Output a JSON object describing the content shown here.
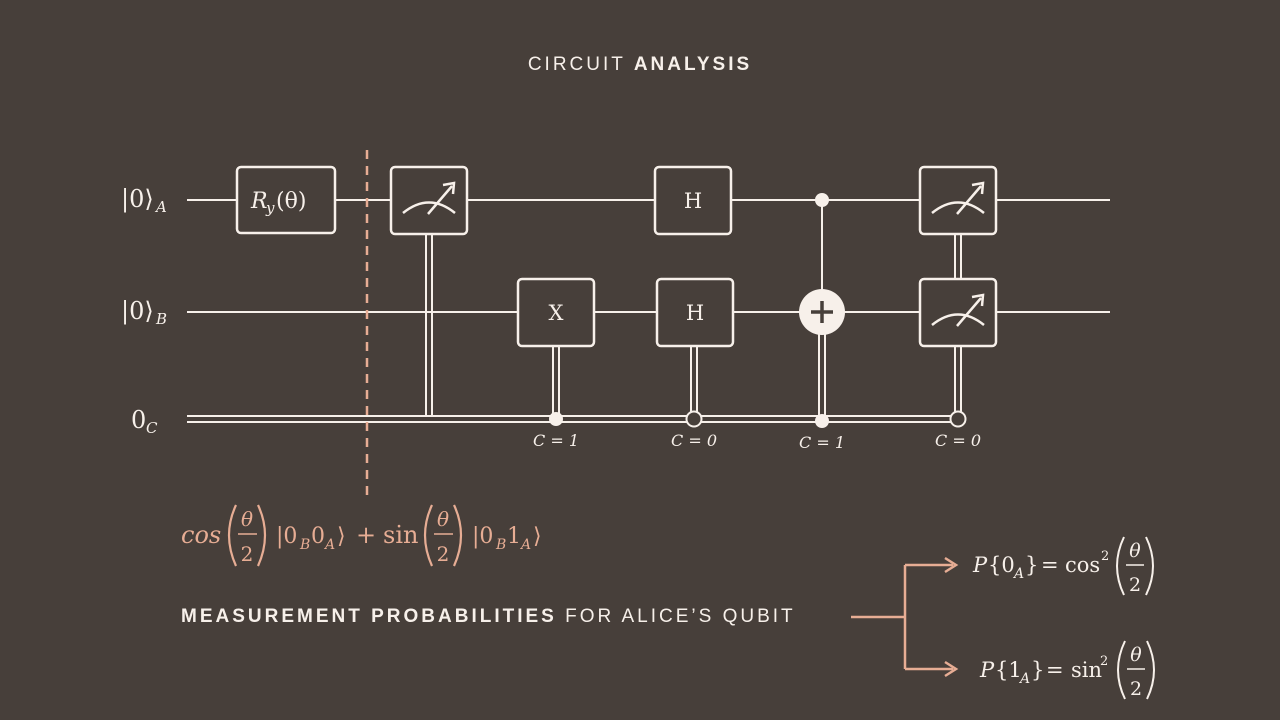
{
  "title": {
    "plain": "CIRCUIT",
    "bold": "ANALYSIS"
  },
  "qubits": [
    {
      "ket": "|0⟩",
      "sub": "A"
    },
    {
      "ket": "|0⟩",
      "sub": "B"
    },
    {
      "ket": "0",
      "sub": "C"
    }
  ],
  "gates": {
    "ry": {
      "R": "R",
      "y": "y",
      "arg": "(θ)"
    },
    "x": "X",
    "h_top": "H",
    "h_bottom": "H"
  },
  "classical_conditions": [
    "C = 1",
    "C = 0",
    "C = 1",
    "C = 0"
  ],
  "state_expression": {
    "cos": "cos",
    "sin": "sin",
    "theta": "θ",
    "two": "2",
    "term1": "|0",
    "term1_sub1": "B",
    "term1_mid": "0",
    "term1_sub2": "A",
    "term1_close": "⟩",
    "plus": "+",
    "term2": "|0",
    "term2_sub1": "B",
    "term2_mid": "1",
    "term2_sub2": "A",
    "term2_close": "⟩"
  },
  "measurement": {
    "bold": "MEASUREMENT PROBABILITIES",
    "plain": "FOR ALICE’S QUBIT"
  },
  "probabilities": [
    {
      "P": "P",
      "open": "{0",
      "sub": "A",
      "close": "}",
      "eq": "=",
      "fn": "cos",
      "exp": "2",
      "theta": "θ",
      "two": "2"
    },
    {
      "P": "P",
      "open": "{1",
      "sub": "A",
      "close": "}",
      "eq": "=",
      "fn": "sin",
      "exp": "2",
      "theta": "θ",
      "two": "2"
    }
  ],
  "colors": {
    "background": "#473f3a",
    "foreground": "#f7f0ea",
    "accent": "#e7ad94"
  }
}
